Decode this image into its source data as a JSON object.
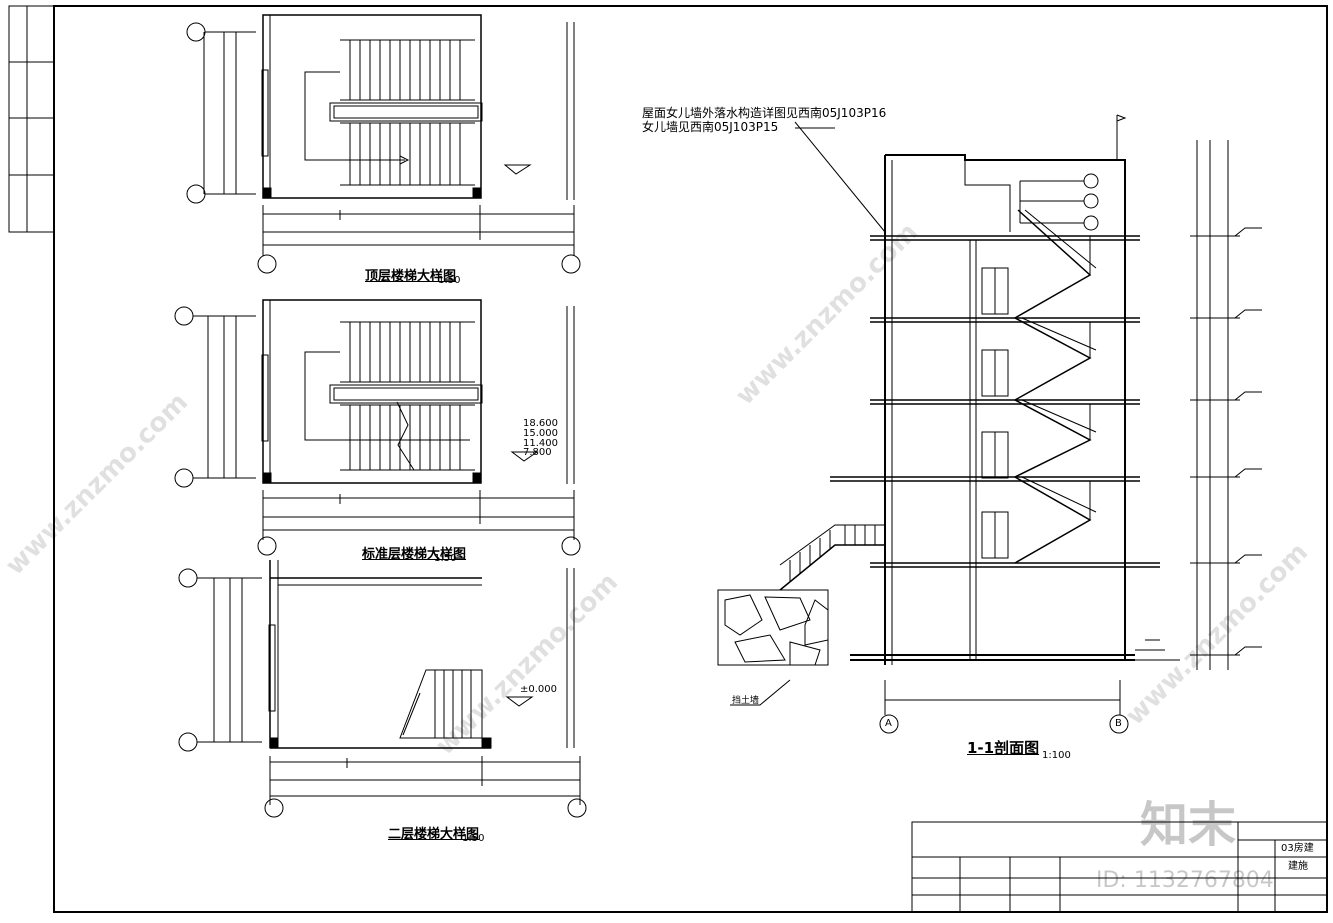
{
  "drawings": {
    "top_stair": {
      "title": "顶层楼梯大样图",
      "scale": "1:50"
    },
    "std_stair": {
      "title": "标准层楼梯大样图",
      "scale": "1:50"
    },
    "second_stair": {
      "title": "二层楼梯大样图",
      "scale": "1:50"
    },
    "section": {
      "title": "1-1剖面图",
      "scale": "1:100"
    }
  },
  "notes": {
    "parapet_drain": "屋面女儿墙外落水构造详图见西南05J103P16",
    "parapet": "女儿墙见西南05J103P15",
    "retaining_wall": "挡土墙"
  },
  "elevations": {
    "std_list": [
      "18.600",
      "15.000",
      "11.400",
      "7.800"
    ],
    "second": "±0.000"
  },
  "axes": {
    "a": "A",
    "b": "B"
  },
  "title_block": {
    "project": "03房建",
    "discipline": "建施"
  },
  "watermark": {
    "site": "www.znzmo.com",
    "brand": "知末",
    "id": "ID: 1132767804"
  }
}
